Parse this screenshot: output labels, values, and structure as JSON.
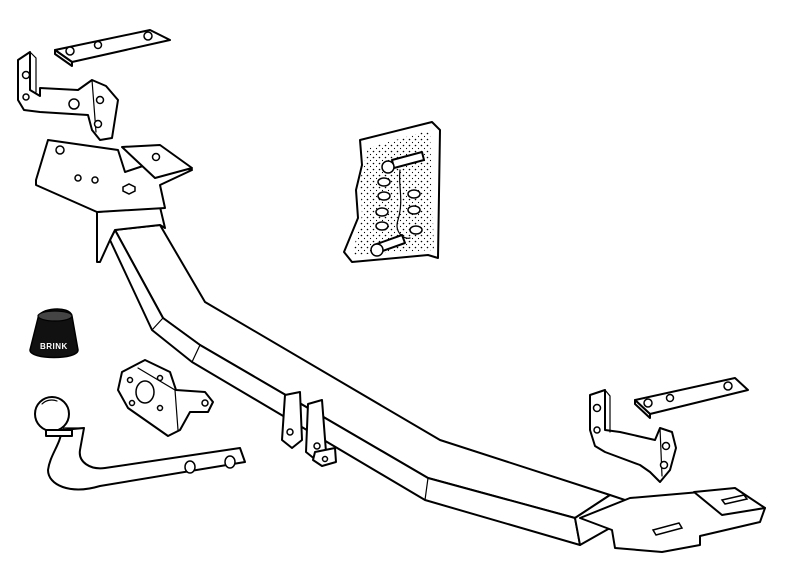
{
  "diagram": {
    "parts": [
      {
        "name": "tow-bar-cross-beam"
      },
      {
        "name": "left-side-bracket"
      },
      {
        "name": "left-clamp-plate"
      },
      {
        "name": "left-mounting-plate"
      },
      {
        "name": "right-side-bracket"
      },
      {
        "name": "right-clamp-plate"
      },
      {
        "name": "right-mounting-plate"
      },
      {
        "name": "tow-ball-neck"
      },
      {
        "name": "socket-mounting-plate"
      },
      {
        "name": "tow-ball-cover"
      },
      {
        "name": "fixing-kit-bag"
      }
    ],
    "cover_logo": "BRINK",
    "colors": {
      "line": "#000000",
      "fill": "#ffffff",
      "cover": "#111111"
    }
  }
}
